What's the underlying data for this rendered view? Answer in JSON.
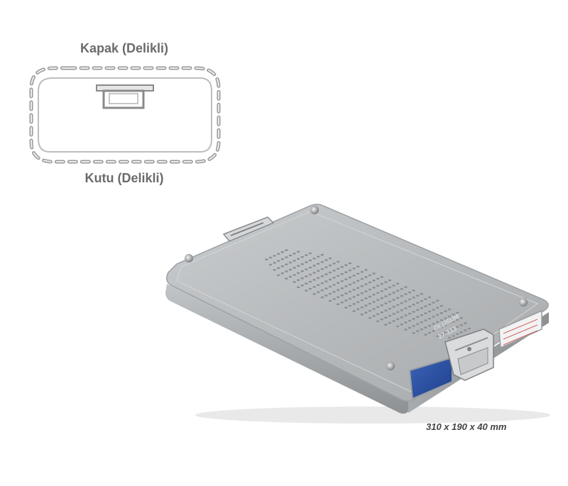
{
  "schematic": {
    "lid_label": "Kapak (Delikli)",
    "box_label": "Kutu (Delikli)"
  },
  "product": {
    "lid_text_line1": "OLUŞUM",
    "lid_text_line2": "27-313",
    "dimensions": "310 x 190 x 40 mm"
  },
  "colors": {
    "background": "#ffffff",
    "label_text": "#6b6b6b",
    "container_body": "#b9bcbf",
    "label_plate": "#2a4fa0"
  },
  "icons": [
    "locking-latch-icon",
    "handle-icon"
  ]
}
